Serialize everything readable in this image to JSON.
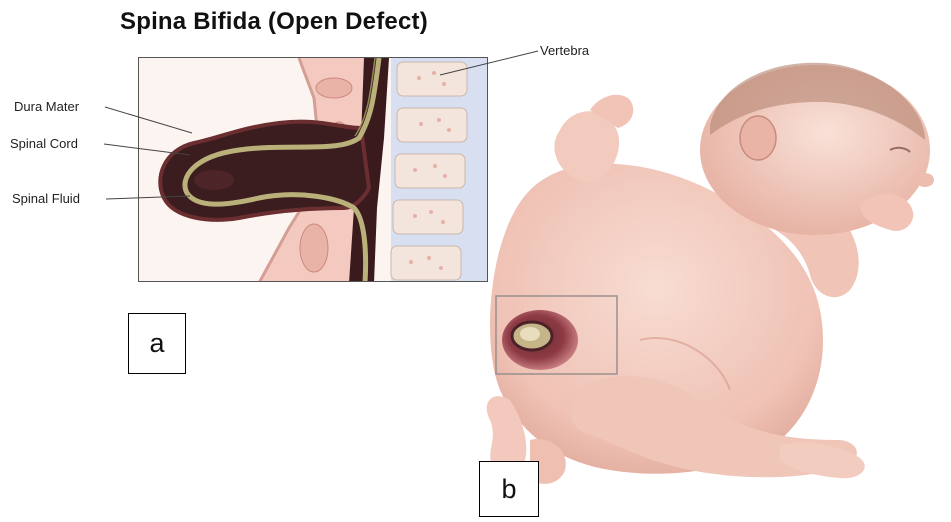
{
  "title": "Spina Bifida (Open Defect)",
  "labels": {
    "dura_mater": "Dura Mater",
    "spinal_cord": "Spinal Cord",
    "spinal_fluid": "Spinal Fluid",
    "vertebra": "Vertebra"
  },
  "panels": {
    "a": "a",
    "b": "b"
  },
  "colors": {
    "skin": "#f1c9bd",
    "skin_shadow": "#d89f92",
    "vertebra_bone": "#f3e6dc",
    "disc": "#c9d2e6",
    "sac_fluid": "#3b1c1f",
    "spinal_cord": "#b9b07a",
    "dura": "#6a2e30"
  }
}
